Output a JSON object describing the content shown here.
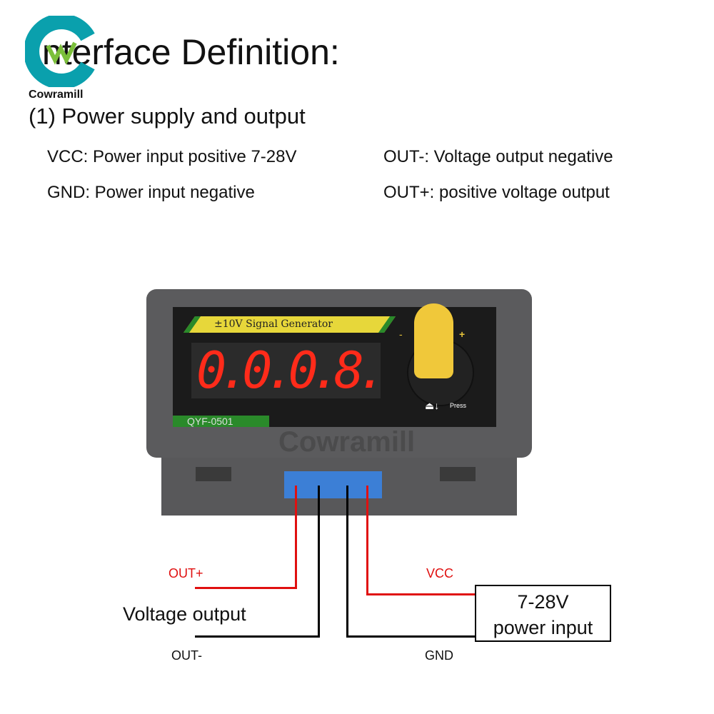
{
  "title": "Interface Definition:",
  "brand": "Cowramill",
  "subtitle": "(1) Power supply and output",
  "definitions": [
    "VCC: Power input positive 7-28V",
    "OUT-: Voltage output negative",
    "GND: Power input negative",
    "OUT+: positive voltage output"
  ],
  "device": {
    "banner": "±10V Signal Generator",
    "display": "0.0.0.8.",
    "model": "QYF-0501",
    "knob_minus": "-",
    "knob_plus": "+",
    "press": "Press",
    "watermark": "Cowramill"
  },
  "wiring": {
    "out_plus": "OUT+",
    "out_minus": "OUT-",
    "voltage_output": "Voltage output",
    "vcc": "VCC",
    "gnd": "GND",
    "power_box_line1": "7-28V",
    "power_box_line2": "power input"
  },
  "colors": {
    "logo": "#0aa0ad",
    "wire_red": "#e01010",
    "terminal": "#3c7fd6"
  }
}
